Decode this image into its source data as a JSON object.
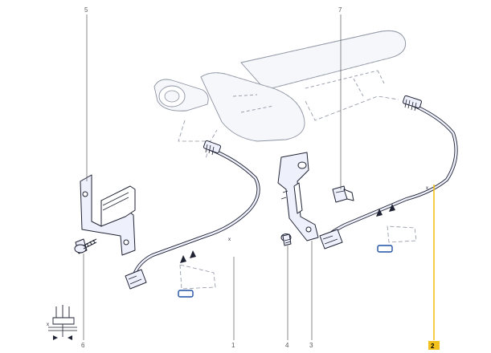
{
  "callouts": [
    {
      "id": "5",
      "label": "5",
      "highlighted": false
    },
    {
      "id": "7",
      "label": "7",
      "highlighted": false
    },
    {
      "id": "6",
      "label": "6",
      "highlighted": false
    },
    {
      "id": "1",
      "label": "1",
      "highlighted": false
    },
    {
      "id": "4",
      "label": "4",
      "highlighted": false
    },
    {
      "id": "3",
      "label": "3",
      "highlighted": false
    },
    {
      "id": "2",
      "label": "2",
      "highlighted": true
    }
  ],
  "dimension_marks": {
    "x": "x"
  },
  "colors": {
    "line": "#1f2233",
    "part_fill": "#eef1fb",
    "highlight": "#f3c11b",
    "tag_stroke": "#1f4fa8",
    "callout_text": "#5a5a5a"
  }
}
